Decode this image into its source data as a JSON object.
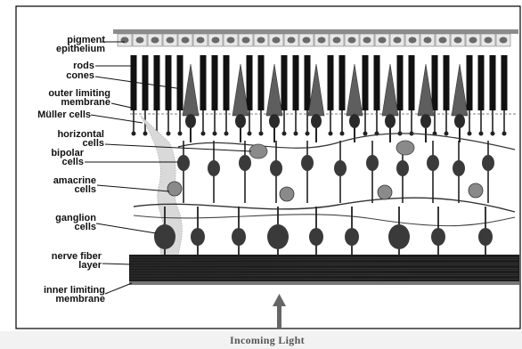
{
  "labels": {
    "pigment_epithelium": [
      "pigment",
      "epithelium"
    ],
    "rods": "rods",
    "cones": "cones",
    "outer_limiting_membrane": [
      "outer limiting",
      "membrane"
    ],
    "muller_cells": "Müller cells",
    "horizontal_cells": [
      "horizontal",
      "cells"
    ],
    "bipolar_cells": [
      "bipolar",
      "cells"
    ],
    "amacrine_cells": [
      "amacrine",
      "cells"
    ],
    "ganglion_cells": [
      "ganglion",
      "cells"
    ],
    "nerve_fiber_layer": [
      "nerve fiber",
      "layer"
    ],
    "inner_limiting_membrane": [
      "inner limiting",
      "membrane"
    ]
  },
  "caption": "Incoming Light",
  "colors": {
    "background": "#ffffff",
    "frame": "#000000",
    "ink": "#111111",
    "pigment_band": "#9a9a9a",
    "nerve_fiber": "#1a1a1a",
    "cone": "#5e5e5e",
    "cell_body": "#3a3a3a",
    "light_cell": "#8a8a8a",
    "caption_bar": "#f2f2f2",
    "caption_text": "#555555"
  },
  "icons": {
    "light_arrow": "up-arrow-icon"
  }
}
